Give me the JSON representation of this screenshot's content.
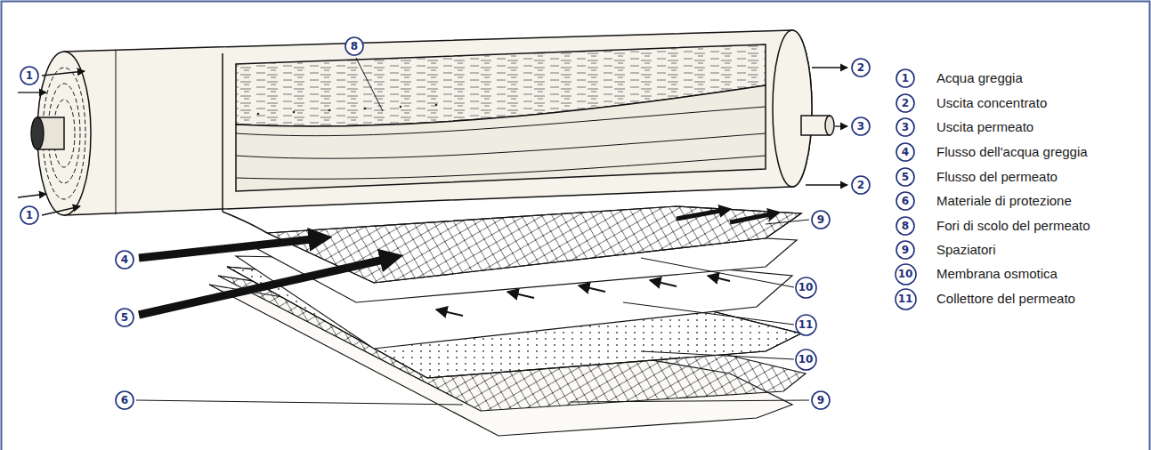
{
  "diagram": {
    "nodes": [
      {
        "text": [
          "8"
        ]
      },
      {
        "text": [
          "1"
        ]
      },
      {
        "text": [
          "1"
        ]
      },
      {
        "text": [
          "2"
        ]
      },
      {
        "text": [
          "3"
        ]
      },
      {
        "text": [
          "2"
        ]
      },
      {
        "text": [
          "9"
        ]
      },
      {
        "text": [
          "4"
        ]
      },
      {
        "text": [
          "10"
        ]
      },
      {
        "text": [
          "5"
        ]
      },
      {
        "text": [
          "11"
        ]
      },
      {
        "text": [
          "10"
        ]
      },
      {
        "text": [
          "6"
        ]
      },
      {
        "text": [
          "9"
        ]
      },
      {
        "text": [
          "1"
        ]
      },
      {
        "text": [
          "2"
        ]
      },
      {
        "text": [
          "3"
        ]
      },
      {
        "text": [
          "4"
        ]
      },
      {
        "text": [
          "5"
        ]
      },
      {
        "text": [
          "6"
        ]
      },
      {
        "text": [
          "8"
        ]
      },
      {
        "text": [
          "9"
        ]
      },
      {
        "text": [
          "10"
        ]
      },
      {
        "text": [
          "11"
        ]
      }
    ],
    "labels": [
      "Acqua greggia",
      "Uscita concentrato",
      "Uscita permeato",
      "Flusso dell'acqua greggia",
      "Flusso del permeato",
      "Materiale di protezione",
      "Fori di scolo del permeato",
      "Spaziatori",
      "Membrana osmotica",
      "Collettore del permeato"
    ]
  }
}
